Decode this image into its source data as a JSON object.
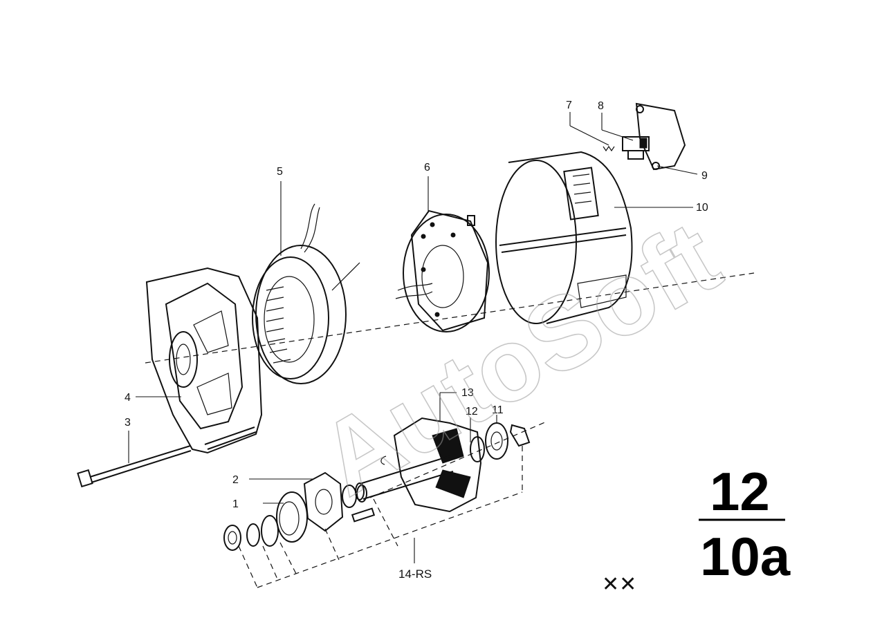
{
  "watermark": "AutoSoft",
  "callouts": [
    "1",
    "2",
    "3",
    "4",
    "5",
    "6",
    "7",
    "8",
    "9",
    "10",
    "11",
    "12",
    "13"
  ],
  "group_label": "14-RS",
  "page_ref": {
    "top": "12",
    "bottom": "10a"
  },
  "marks": "✕✕"
}
